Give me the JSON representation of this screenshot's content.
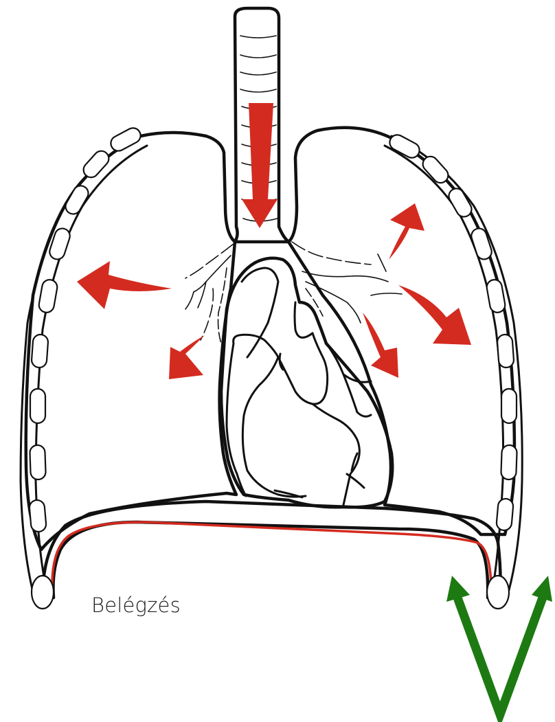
{
  "caption": "Belégzés",
  "colors": {
    "outline": "#111111",
    "air_arrow": "#d42b20",
    "diaphragm_line": "#d42b20",
    "movement_arrow": "#1d7a12"
  },
  "icons": {
    "air_flow": "red-arrow",
    "diaphragm_movement": "green-double-arrow"
  }
}
